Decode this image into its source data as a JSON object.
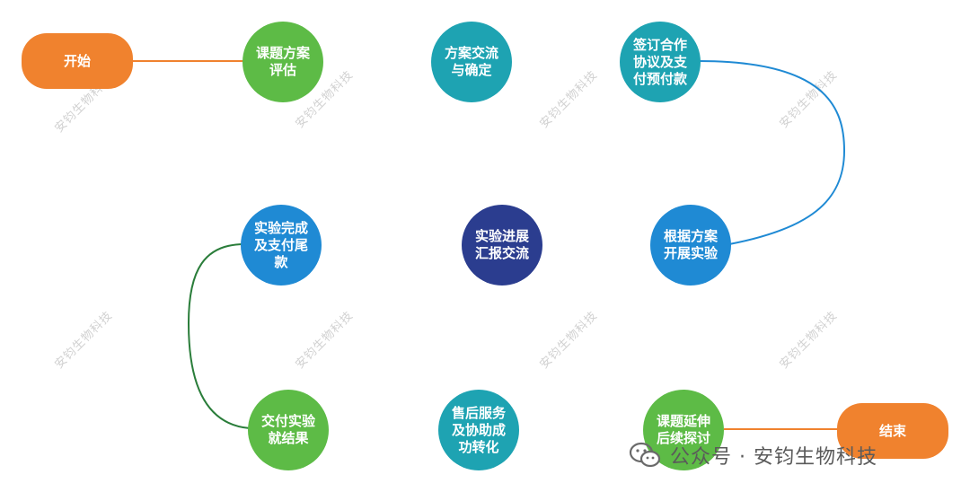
{
  "flow": {
    "start": "开始",
    "end": "结束",
    "steps": [
      "课题方案\n评估",
      "方案交流\n与确定",
      "签订合作\n协议及支\n付预付款",
      "根据方案\n开展实验",
      "实验进展\n汇报交流",
      "实验完成\n及支付尾\n款",
      "交付实验\n就结果",
      "售后服务\n及协助成\n功转化",
      "课题延伸\n后续探讨"
    ]
  },
  "watermark": {
    "text": "安钧生物科技"
  },
  "brand": {
    "channel": "公众号 · 安钧生物科技",
    "icon": "wechat-icon"
  },
  "colors": {
    "start_end": "#f0822e",
    "green": "#5dbb46",
    "teal": "#1ea3b2",
    "blue": "#1f8ad4",
    "navy": "#2b3d8f"
  }
}
